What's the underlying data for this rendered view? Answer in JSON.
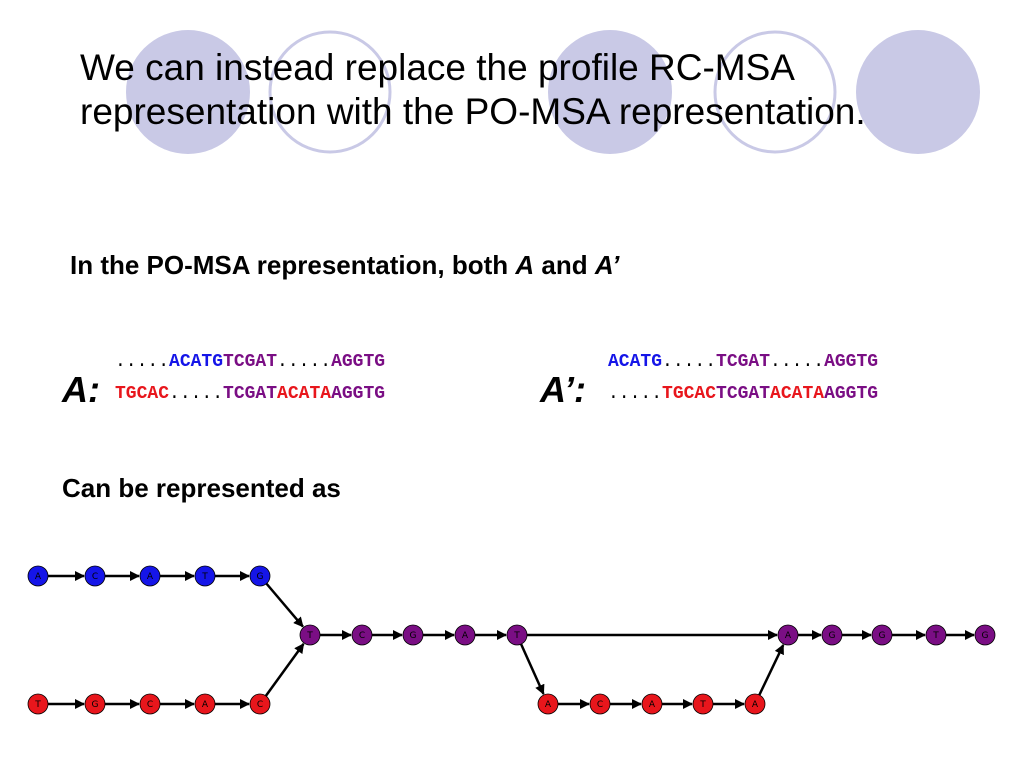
{
  "slide": {
    "title_line1": "We can instead replace the profile RC-MSA",
    "title_line2": "representation with the PO-MSA representation.",
    "subhead": {
      "text": "In the PO-MSA representation, both ",
      "a": "A",
      "and": " and ",
      "a_prime": "A’"
    },
    "label_a": "A:",
    "label_a_prime": "A’:",
    "represented": "Can be represented as"
  },
  "colors": {
    "blue": "#1515e8",
    "red": "#e8161c",
    "purple": "#7a0e84",
    "decor_fill": "#c9c9e6",
    "decor_stroke": "#c9c9e6"
  },
  "alignments": {
    "A": [
      [
        {
          "t": ".....",
          "c": "dots"
        },
        {
          "t": "ACATG",
          "c": "blue"
        },
        {
          "t": "TCGAT",
          "c": "purple"
        },
        {
          "t": ".....",
          "c": "dots"
        },
        {
          "t": "AGGTG",
          "c": "purple"
        }
      ],
      [
        {
          "t": "TGCAC",
          "c": "red"
        },
        {
          "t": ".....",
          "c": "dots"
        },
        {
          "t": "TCGAT",
          "c": "purple"
        },
        {
          "t": "ACATA",
          "c": "red"
        },
        {
          "t": "AGGTG",
          "c": "purple"
        }
      ]
    ],
    "A_prime": [
      [
        {
          "t": "ACATG",
          "c": "blue"
        },
        {
          "t": ".....",
          "c": "dots"
        },
        {
          "t": "TCGAT",
          "c": "purple"
        },
        {
          "t": ".....",
          "c": "dots"
        },
        {
          "t": "AGGTG",
          "c": "purple"
        }
      ],
      [
        {
          "t": ".....",
          "c": "dots"
        },
        {
          "t": "TGCAC",
          "c": "red"
        },
        {
          "t": "TCGAT",
          "c": "purple"
        },
        {
          "t": "ACATA",
          "c": "red"
        },
        {
          "t": "AGGTG",
          "c": "purple"
        }
      ]
    ]
  },
  "graph": {
    "nodes": [
      {
        "id": "b1",
        "label": "A",
        "color": "blue"
      },
      {
        "id": "b2",
        "label": "C",
        "color": "blue"
      },
      {
        "id": "b3",
        "label": "A",
        "color": "blue"
      },
      {
        "id": "b4",
        "label": "T",
        "color": "blue"
      },
      {
        "id": "b5",
        "label": "G",
        "color": "blue"
      },
      {
        "id": "r1",
        "label": "T",
        "color": "red"
      },
      {
        "id": "r2",
        "label": "G",
        "color": "red"
      },
      {
        "id": "r3",
        "label": "C",
        "color": "red"
      },
      {
        "id": "r4",
        "label": "A",
        "color": "red"
      },
      {
        "id": "r5",
        "label": "C",
        "color": "red"
      },
      {
        "id": "p1",
        "label": "T",
        "color": "purple"
      },
      {
        "id": "p2",
        "label": "C",
        "color": "purple"
      },
      {
        "id": "p3",
        "label": "G",
        "color": "purple"
      },
      {
        "id": "p4",
        "label": "A",
        "color": "purple"
      },
      {
        "id": "p5",
        "label": "T",
        "color": "purple"
      },
      {
        "id": "s1",
        "label": "A",
        "color": "red"
      },
      {
        "id": "s2",
        "label": "C",
        "color": "red"
      },
      {
        "id": "s3",
        "label": "A",
        "color": "red"
      },
      {
        "id": "s4",
        "label": "T",
        "color": "red"
      },
      {
        "id": "s5",
        "label": "A",
        "color": "red"
      },
      {
        "id": "q1",
        "label": "A",
        "color": "purple"
      },
      {
        "id": "q2",
        "label": "G",
        "color": "purple"
      },
      {
        "id": "q3",
        "label": "G",
        "color": "purple"
      },
      {
        "id": "q4",
        "label": "T",
        "color": "purple"
      },
      {
        "id": "q5",
        "label": "G",
        "color": "purple"
      }
    ],
    "edges": [
      [
        "b1",
        "b2"
      ],
      [
        "b2",
        "b3"
      ],
      [
        "b3",
        "b4"
      ],
      [
        "b4",
        "b5"
      ],
      [
        "b5",
        "p1"
      ],
      [
        "r1",
        "r2"
      ],
      [
        "r2",
        "r3"
      ],
      [
        "r3",
        "r4"
      ],
      [
        "r4",
        "r5"
      ],
      [
        "r5",
        "p1"
      ],
      [
        "p1",
        "p2"
      ],
      [
        "p2",
        "p3"
      ],
      [
        "p3",
        "p4"
      ],
      [
        "p4",
        "p5"
      ],
      [
        "p5",
        "q1"
      ],
      [
        "p5",
        "s1"
      ],
      [
        "s1",
        "s2"
      ],
      [
        "s2",
        "s3"
      ],
      [
        "s3",
        "s4"
      ],
      [
        "s4",
        "s5"
      ],
      [
        "s5",
        "q1"
      ],
      [
        "q1",
        "q2"
      ],
      [
        "q2",
        "q3"
      ],
      [
        "q3",
        "q4"
      ],
      [
        "q4",
        "q5"
      ]
    ]
  }
}
